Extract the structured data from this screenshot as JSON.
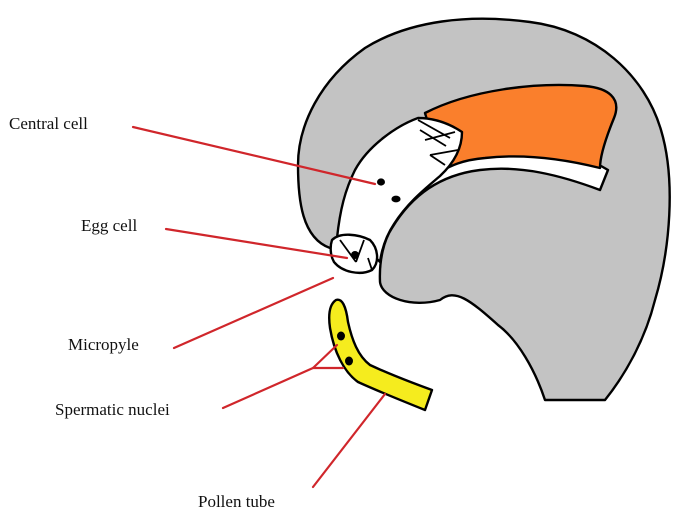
{
  "diagram": {
    "labels": {
      "central_cell": "Central cell",
      "egg_cell": "Egg cell",
      "micropyle": "Micropyle",
      "spermatic_nuclei": "Spermatic nuclei",
      "pollen_tube": "Pollen tube"
    },
    "colors": {
      "ovule_tissue": "#c3c3c3",
      "orange_region": "#fa7f2c",
      "pollen_tube": "#f5ec1e",
      "leader_lines": "#d0262b",
      "outline": "#000000"
    }
  }
}
